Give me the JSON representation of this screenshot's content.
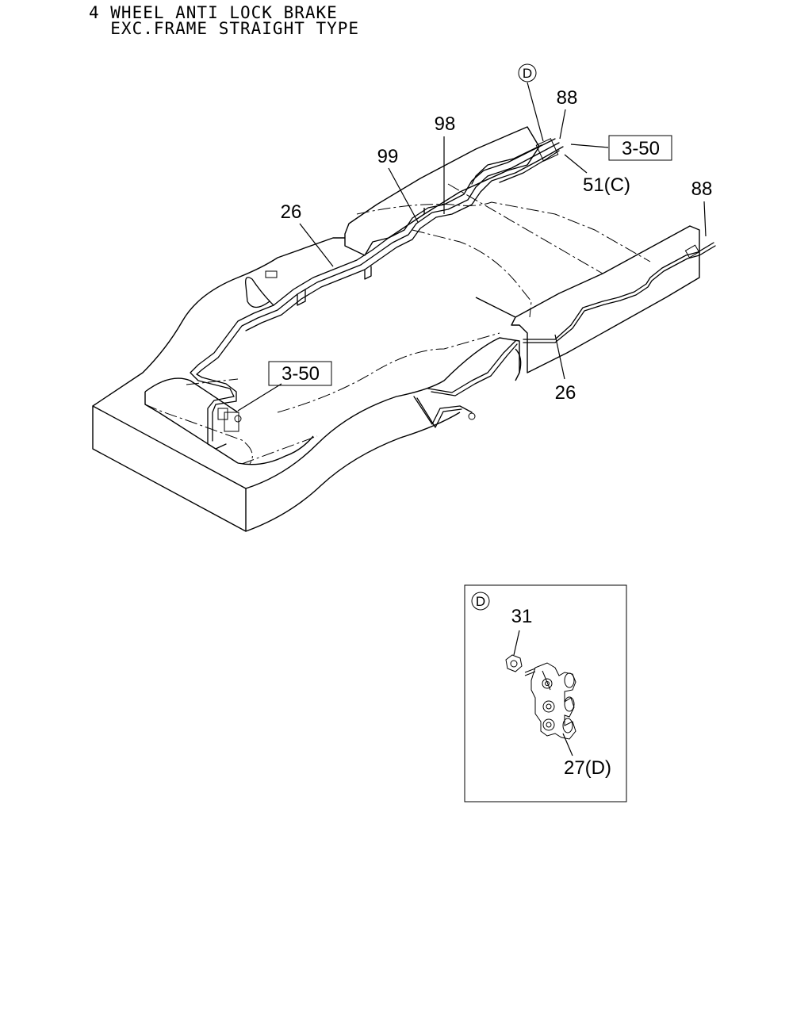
{
  "title": {
    "line1": "4 WHEEL ANTI LOCK BRAKE",
    "line2": "  EXC.FRAME STRAIGHT TYPE"
  },
  "callouts": {
    "d_top": "D",
    "p88_top": "88",
    "p98": "98",
    "p99": "99",
    "ref_350_top": "3-50",
    "p51c": "51(C)",
    "p88_right": "88",
    "p26_top": "26",
    "ref_350_left": "3-50",
    "p26_bottom": "26"
  },
  "detail": {
    "marker": "D",
    "p31": "31",
    "p27d": "27(D)"
  }
}
